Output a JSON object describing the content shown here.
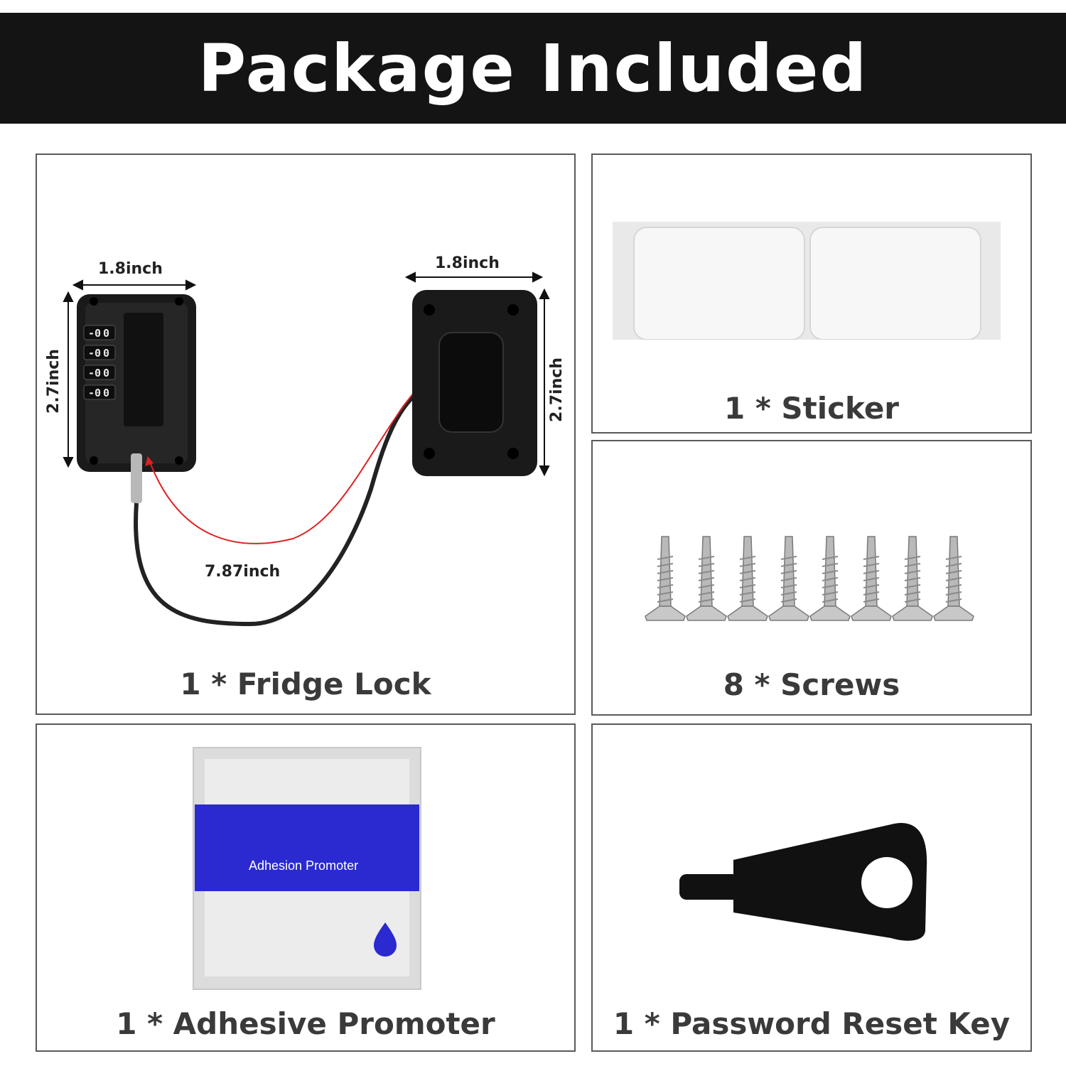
{
  "banner": {
    "title": "Package Included"
  },
  "panels": {
    "fridge_lock": {
      "caption": "1 * Fridge Lock",
      "dims": {
        "lock_width": "1.8inch",
        "lock_height": "2.7inch",
        "catch_width": "1.8inch",
        "catch_height": "2.7inch",
        "cable_length": "7.87inch"
      }
    },
    "sticker": {
      "caption": "1 * Sticker"
    },
    "screws": {
      "caption": "8 * Screws",
      "count": 8
    },
    "adhesive": {
      "caption": "1 * Adhesive Promoter",
      "packet_label": "Adhesion Promoter"
    },
    "key": {
      "caption": "1 * Password Reset Key"
    }
  },
  "colors": {
    "banner_bg": "#141414",
    "arrow_red": "#e02020",
    "packet_blue": "#2a2ad0"
  }
}
